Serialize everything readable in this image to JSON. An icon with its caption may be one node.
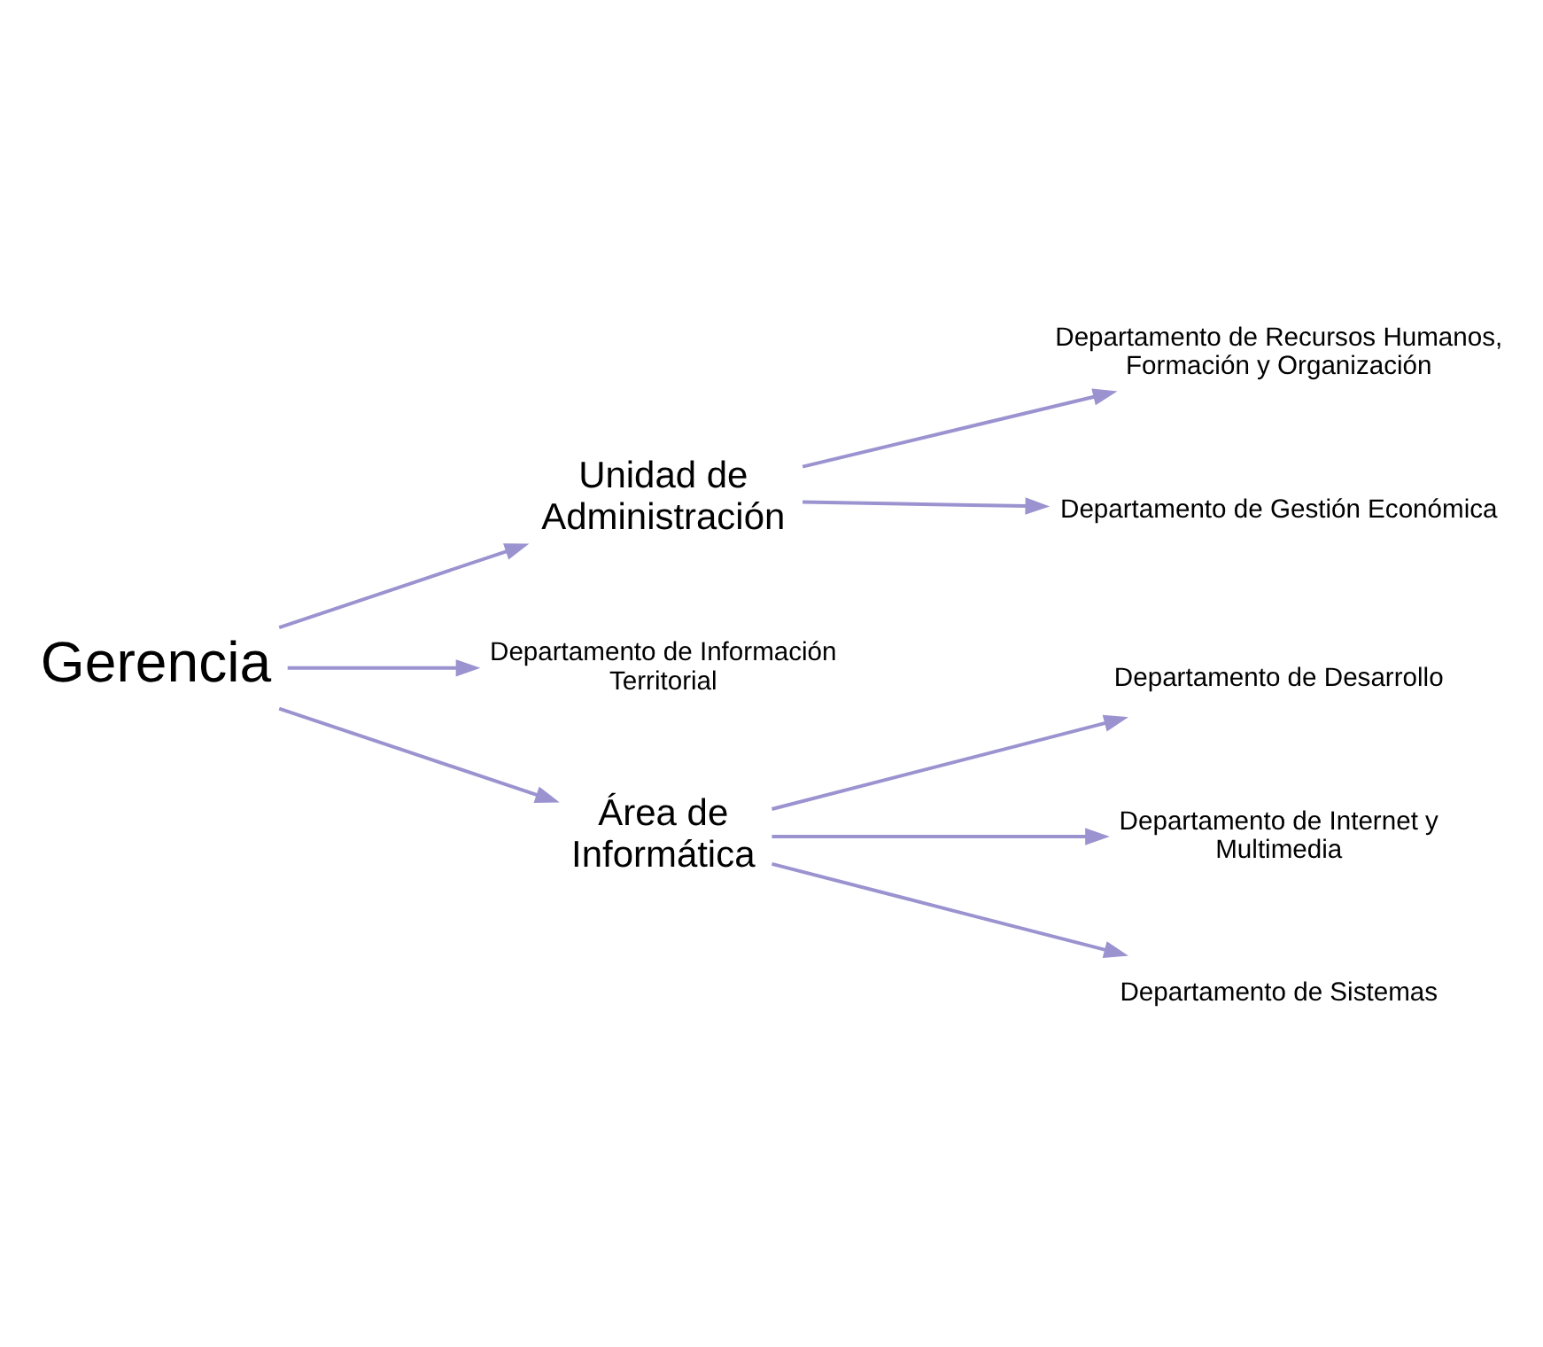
{
  "diagram": {
    "nodes": [
      {
        "text": [
          "Gerencia"
        ]
      },
      {
        "text": [
          "Unidad de Administración"
        ]
      },
      {
        "text": [
          "Departamento de Recursos Humanos, Formación y Organización"
        ]
      },
      {
        "text": [
          "Departamento de Gestión Económica"
        ]
      },
      {
        "text": [
          "Departamento de Información Territorial"
        ]
      },
      {
        "text": [
          "Área de Informática"
        ]
      },
      {
        "text": [
          "Departamento de Desarrollo"
        ]
      },
      {
        "text": [
          "Departamento de Internet y Multimedia"
        ]
      },
      {
        "text": [
          "Departamento de Sistemas"
        ]
      }
    ],
    "edges": [
      {
        "from": 0,
        "to": 1,
        "arrow": "to"
      },
      {
        "from": 0,
        "to": 4,
        "arrow": "to"
      },
      {
        "from": 0,
        "to": 5,
        "arrow": "to"
      },
      {
        "from": 1,
        "to": 2,
        "arrow": "to"
      },
      {
        "from": 1,
        "to": 3,
        "arrow": "to"
      },
      {
        "from": 5,
        "to": 6,
        "arrow": "to"
      },
      {
        "from": 5,
        "to": 7,
        "arrow": "to"
      },
      {
        "from": 5,
        "to": 8,
        "arrow": "to"
      }
    ]
  }
}
